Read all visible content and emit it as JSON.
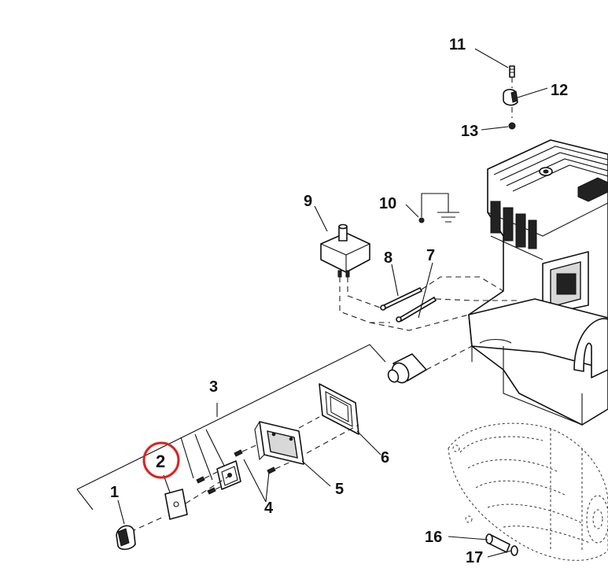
{
  "callouts": [
    {
      "id": "1",
      "label": "1"
    },
    {
      "id": "2",
      "label": "2"
    },
    {
      "id": "3",
      "label": "3"
    },
    {
      "id": "4",
      "label": "4"
    },
    {
      "id": "5",
      "label": "5"
    },
    {
      "id": "6",
      "label": "6"
    },
    {
      "id": "7",
      "label": "7"
    },
    {
      "id": "8",
      "label": "8"
    },
    {
      "id": "9",
      "label": "9"
    },
    {
      "id": "10",
      "label": "10"
    },
    {
      "id": "11",
      "label": "11"
    },
    {
      "id": "12",
      "label": "12"
    },
    {
      "id": "13",
      "label": "13"
    },
    {
      "id": "16",
      "label": "16"
    },
    {
      "id": "17",
      "label": "17"
    }
  ],
  "highlight": {
    "callout": "2",
    "color": "#e02020"
  },
  "colors": {
    "line": "#111111",
    "background": "#ffffff",
    "highlight": "#e02020"
  }
}
